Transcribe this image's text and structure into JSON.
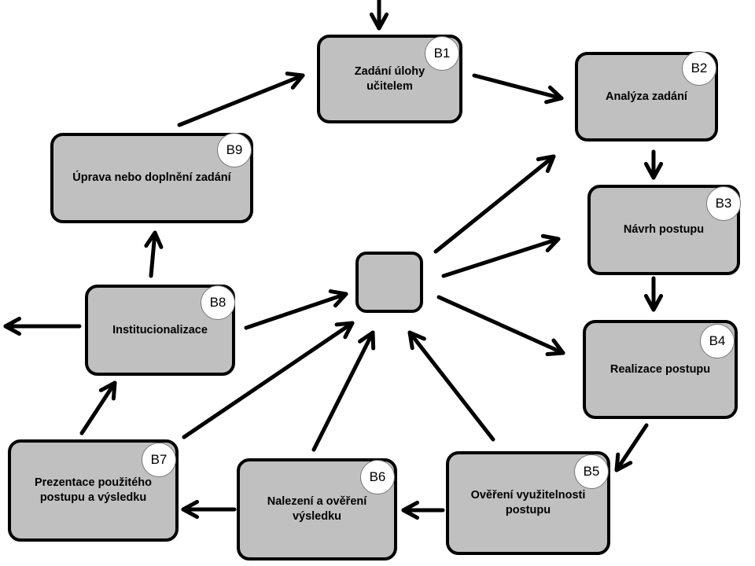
{
  "nodes": {
    "b1": {
      "badge": "B1",
      "label": "Zadání úlohy\nučitelem"
    },
    "b2": {
      "badge": "B2",
      "label": "Analýza zadání"
    },
    "b3": {
      "badge": "B3",
      "label": "Návrh postupu"
    },
    "b4": {
      "badge": "B4",
      "label": "Realizace postupu"
    },
    "b5": {
      "badge": "B5",
      "label": "Ověření využitelnosti\npostupu"
    },
    "b6": {
      "badge": "B6",
      "label": "Nalezení a ověření\nvýsledku"
    },
    "b7": {
      "badge": "B7",
      "label": "Prezentace použitého\npostupu a výsledku"
    },
    "b8": {
      "badge": "B8",
      "label": "Institucionalizace"
    },
    "b9": {
      "badge": "B9",
      "label": "Úprava nebo doplnění zadání"
    },
    "center": {
      "label": ""
    }
  },
  "colors": {
    "box_fill": "#c0c0c0",
    "box_border": "#000000",
    "badge_fill": "#ffffff",
    "arrow": "#000000"
  }
}
